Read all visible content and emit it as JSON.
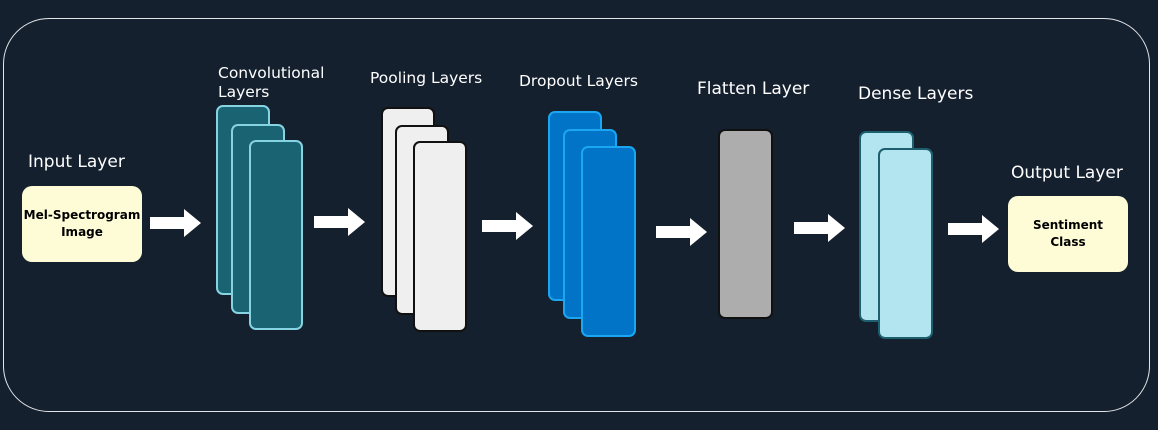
{
  "stages": {
    "input": {
      "title": "Input Layer",
      "box_line1": "Mel-Spectrogram",
      "box_line2": "Image"
    },
    "conv": {
      "title_line1": "Convolutional",
      "title_line2": "Layers"
    },
    "pool": {
      "title": "Pooling Layers"
    },
    "dropout": {
      "title": "Dropout Layers"
    },
    "flatten": {
      "title": "Flatten Layer"
    },
    "dense": {
      "title": "Dense Layers"
    },
    "output": {
      "title": "Output Layer",
      "box_line1": "Sentiment",
      "box_line2": "Class"
    }
  },
  "colors": {
    "background": "#15202f",
    "frame": "#e4e7ea",
    "io_box": "#fefcd6",
    "conv_fill": "#1a6372",
    "conv_border": "#86d3e1",
    "pool_fill": "#efefef",
    "pool_border": "#111111",
    "dropout_fill": "#0174c8",
    "dropout_border": "#1aa6f0",
    "flatten_fill": "#adadad",
    "flatten_border": "#111111",
    "dense_fill": "#b2e5f0",
    "dense_border": "#1d5f6e",
    "arrow": "#ffffff"
  }
}
